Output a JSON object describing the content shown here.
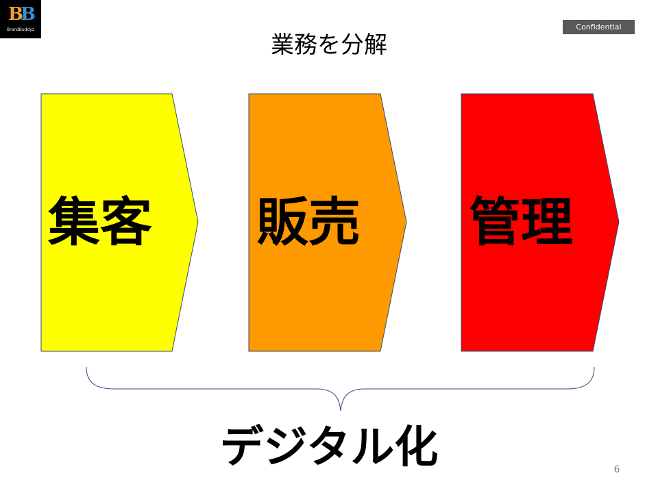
{
  "logo": {
    "mark_left": "B",
    "mark_right": "B",
    "wordmark": "BrandBuddyz"
  },
  "badge": {
    "label": "Confidential"
  },
  "slide": {
    "title": "業務を分解",
    "steps": [
      {
        "label": "集客",
        "color": "#FFFF00"
      },
      {
        "label": "販売",
        "color": "#FF9900"
      },
      {
        "label": "管理",
        "color": "#FF0000"
      }
    ],
    "conclusion": "デジタル化",
    "page_number": "6"
  },
  "colors": {
    "outline": "#2F4B7C",
    "brace": "#2F4B7C",
    "badge_bg": "#595959"
  }
}
